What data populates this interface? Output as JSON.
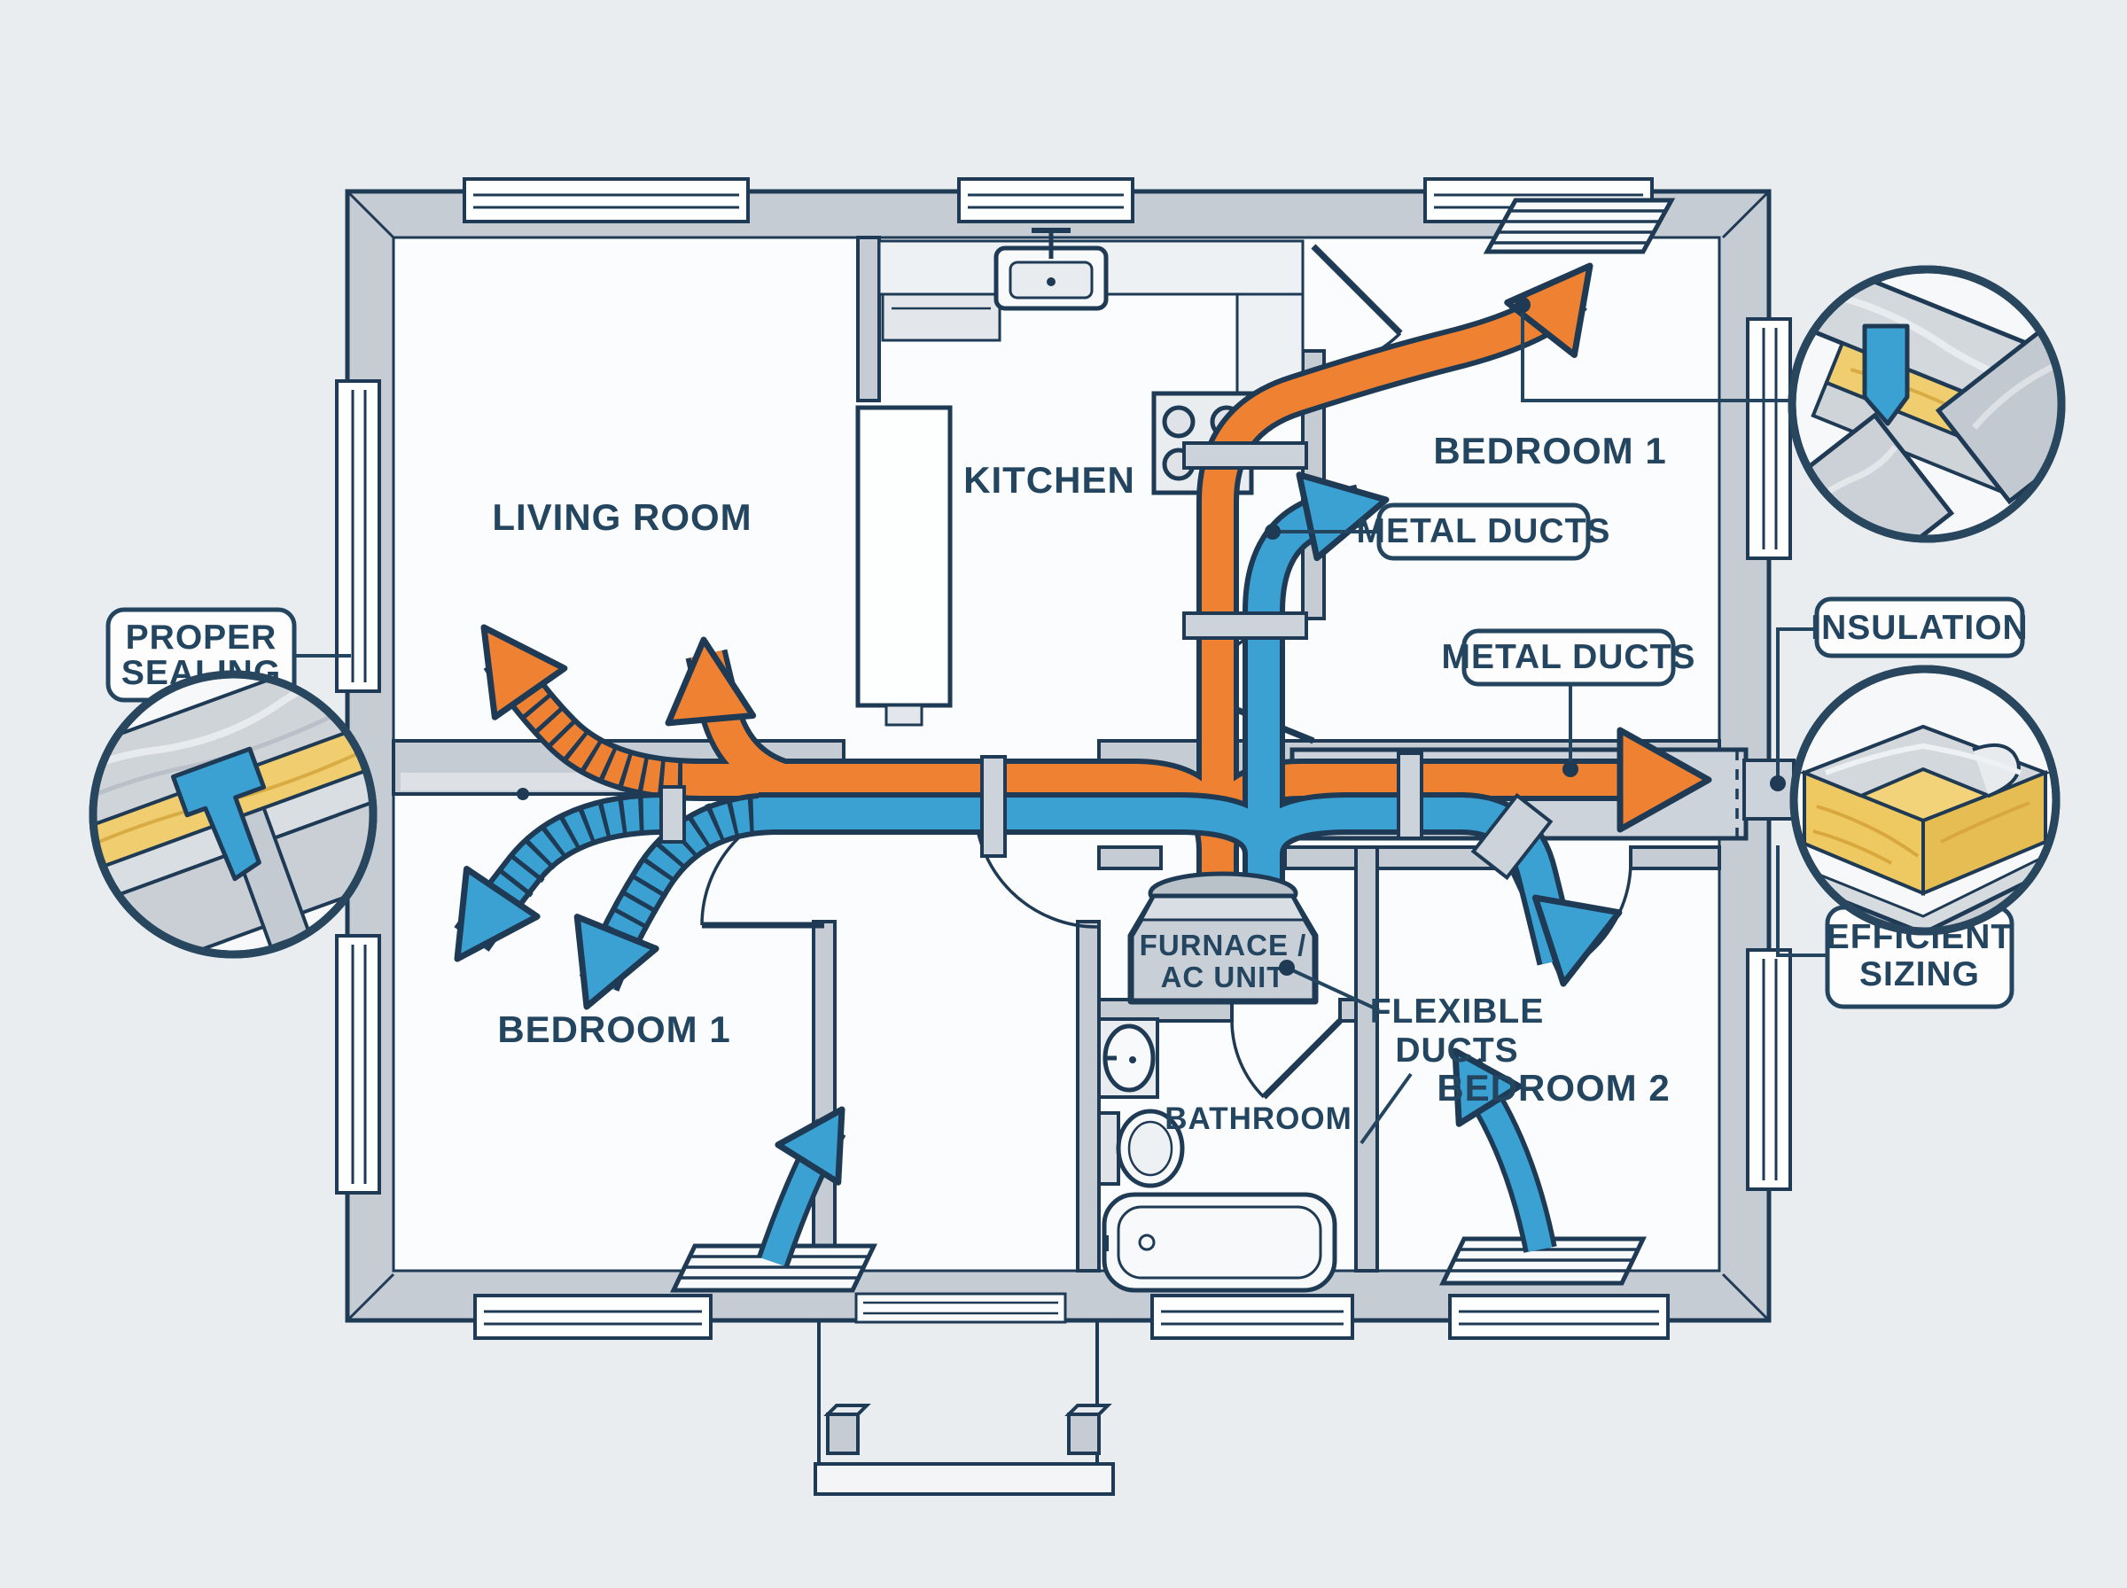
{
  "rooms": {
    "living_room": "LIVING ROOM",
    "kitchen": "KITCHEN",
    "bedroom1_top": "BEDROOM 1",
    "bedroom1_bottom": "BEDROOM 1",
    "bedroom2": "BEDROOM 2",
    "bathroom": "BATHROOM"
  },
  "equipment": {
    "furnace_line1": "FURNACE /",
    "furnace_line2": "AC UNIT"
  },
  "callouts": {
    "proper_sealing_line1": "PROPER",
    "proper_sealing_line2": "SEALING",
    "metal_ducts_upper": "METAL DUCTS",
    "metal_ducts_lower": "METAL DUCTS",
    "flexible_ducts_line1": "FLEXIBLE",
    "flexible_ducts_line2": "DUCTS",
    "insulation": "INSULATION",
    "efficient_sizing_line1": "EFFICIENT",
    "efficient_sizing_line2": "SIZING"
  },
  "colors": {
    "supply_warm_orange": "#ef8232",
    "return_cool_blue": "#3ba1d3",
    "outline_navy": "#1e3a54",
    "wall_grey": "#c6ccd4",
    "insulation_yellow": "#f0cd6e",
    "foil_silver": "#ccd1d6",
    "background": "#eaedf0"
  }
}
